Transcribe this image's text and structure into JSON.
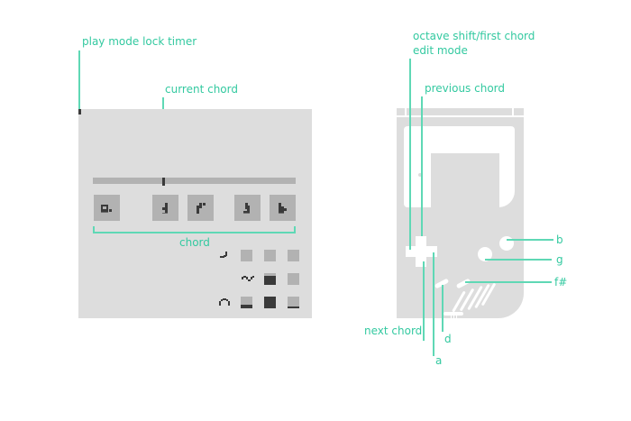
{
  "labels": {
    "play_mode_lock_timer": "play mode lock timer",
    "current_chord": "current chord",
    "chord": "chord",
    "octave_shift_first_chord": "octave shift/first chord",
    "edit_mode": "edit mode",
    "previous_chord": "previous chord",
    "next_chord": "next chord",
    "button_b": "b",
    "button_g": "g",
    "button_fsharp": "f#",
    "button_d": "d",
    "button_a": "a"
  },
  "screen": {
    "chord_keys": [
      {
        "note": "a",
        "icon": "note-a-glyph"
      },
      {
        "note": "d",
        "icon": "note-d-glyph"
      },
      {
        "note": "f#",
        "icon": "note-fsharp-glyph"
      },
      {
        "note": "g",
        "icon": "note-g-glyph"
      },
      {
        "note": "b",
        "icon": "note-b-glyph"
      }
    ],
    "current_chord_position": 0.34,
    "voice_rows": [
      {
        "wave": "ramp-wave-icon",
        "levels": [
          0.0,
          0.0,
          0.0
        ]
      },
      {
        "wave": "sine-wave-icon",
        "levels": [
          0.0,
          0.75,
          0.0
        ]
      },
      {
        "wave": "arc-wave-icon",
        "levels": [
          0.3,
          1.0,
          0.15
        ]
      }
    ]
  },
  "colors": {
    "annotation": "#33c9a0",
    "screen_bg": "#dddddd",
    "key_bg": "#b2b2b2",
    "pixel": "#3a3a3a"
  }
}
